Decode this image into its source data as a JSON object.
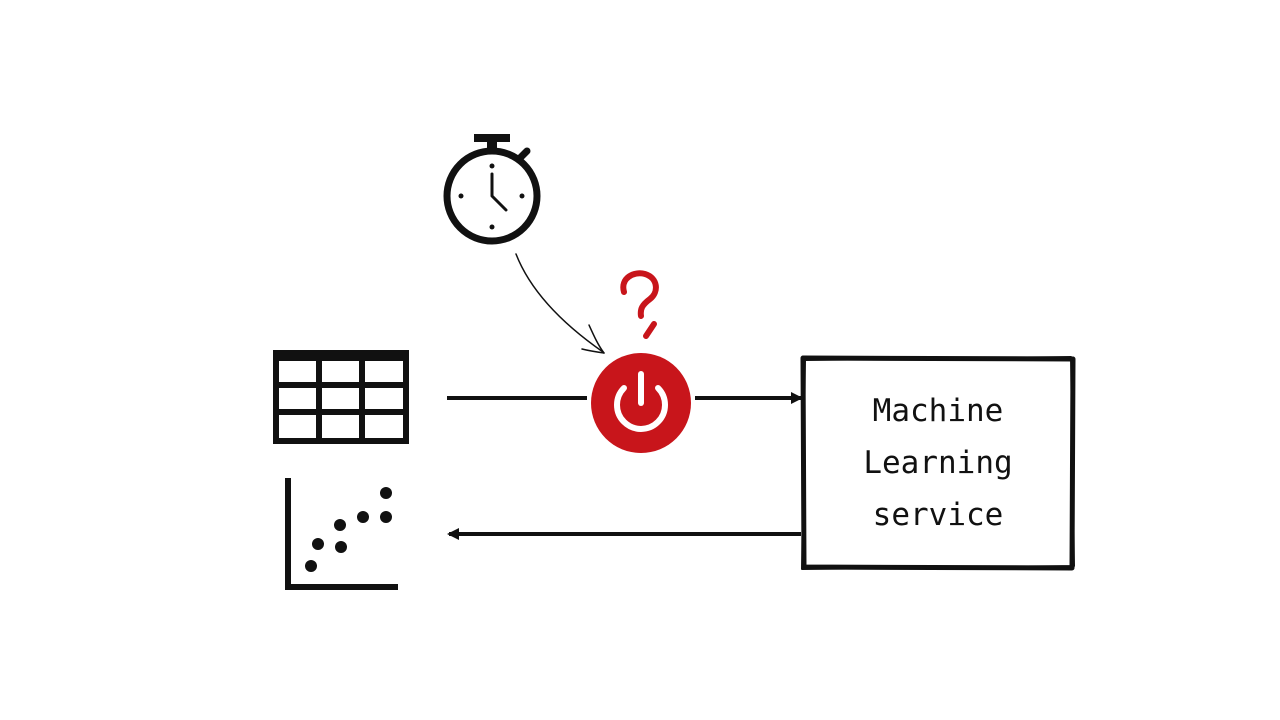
{
  "service": {
    "label_lines": [
      "Machine",
      "Learning",
      "service"
    ]
  },
  "icons": {
    "timer": "stopwatch-icon",
    "power": "power-icon",
    "question": "question-mark-icon",
    "table": "table-icon",
    "scatter": "scatter-plot-icon"
  },
  "colors": {
    "ink": "#111111",
    "accent": "#c8151b",
    "background": "#ffffff"
  }
}
